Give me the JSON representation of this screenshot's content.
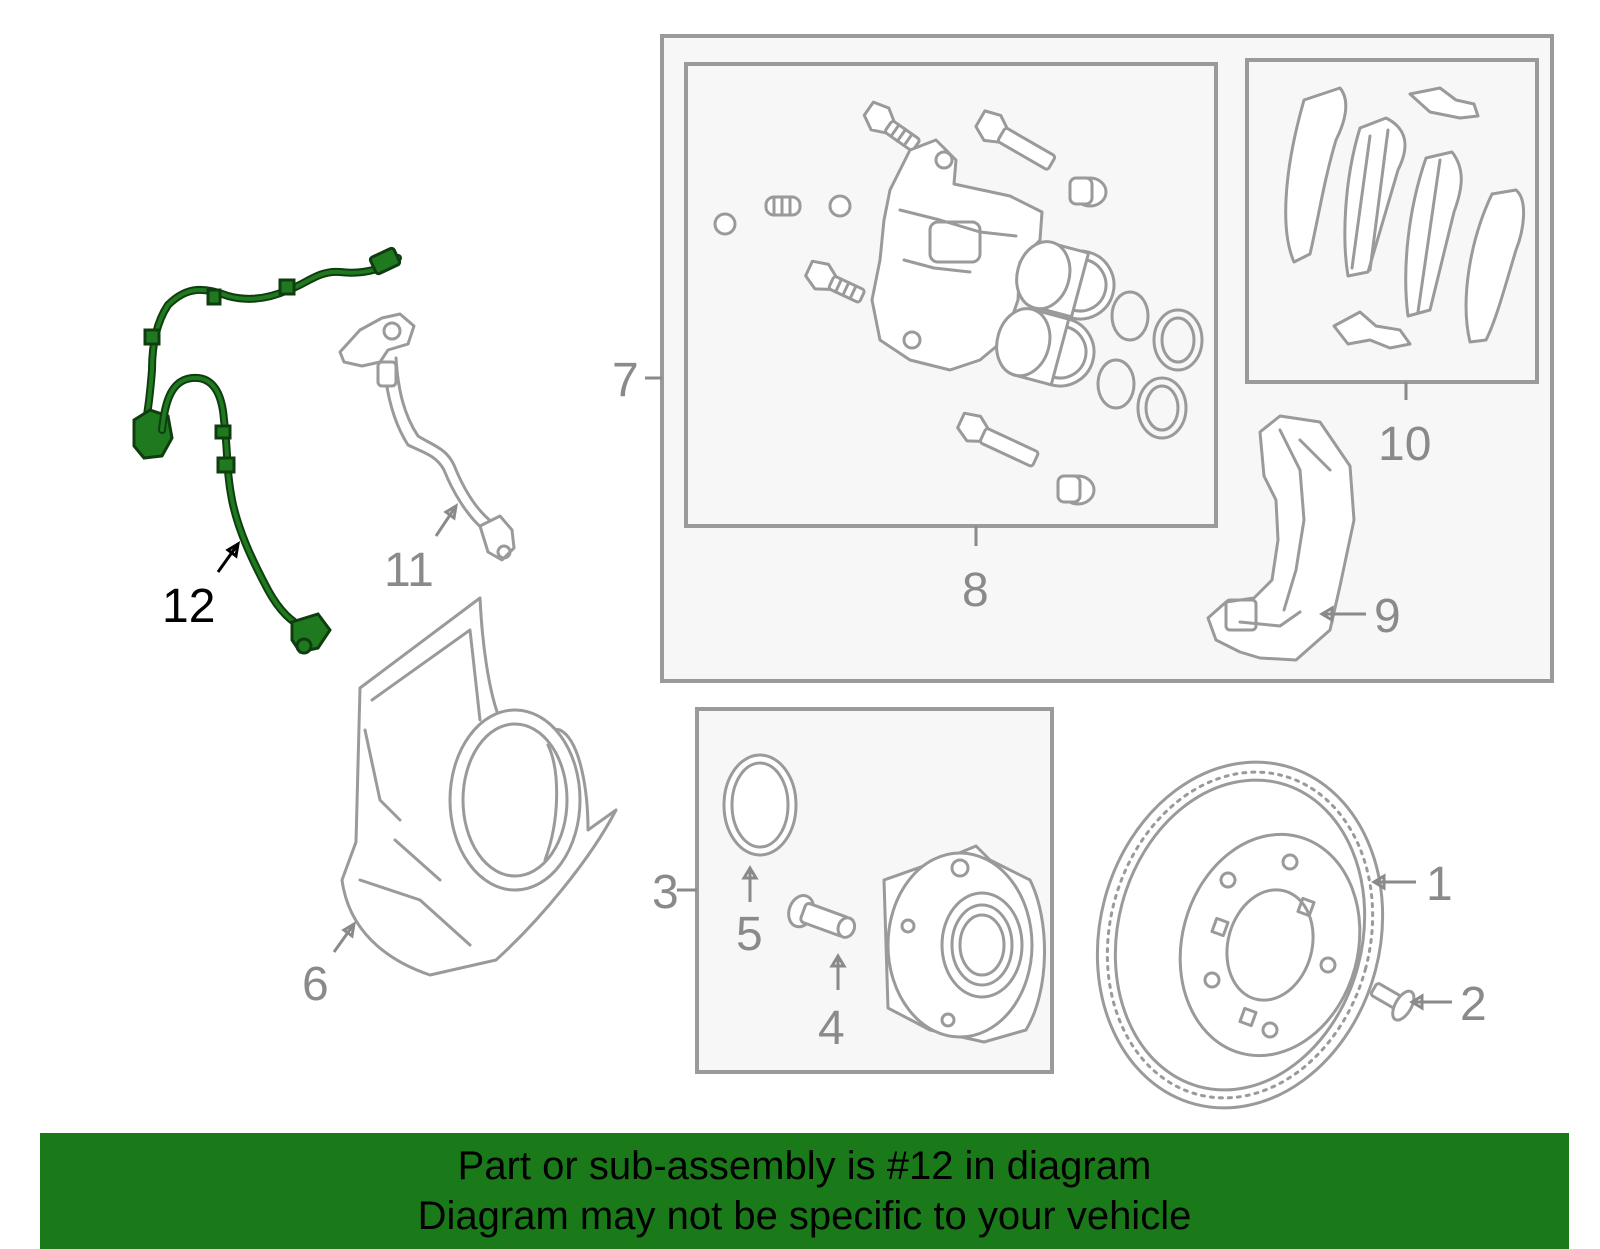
{
  "callouts": {
    "c1": "1",
    "c2": "2",
    "c3": "3",
    "c4": "4",
    "c5": "5",
    "c6": "6",
    "c7": "7",
    "c8": "8",
    "c9": "9",
    "c10": "10",
    "c11": "11",
    "c12": "12"
  },
  "highlight": {
    "part_number": "12",
    "color": "#1f7a1f"
  },
  "banner": {
    "line1": "Part or sub-assembly is #12 in diagram",
    "line2": "Diagram may not be specific to your vehicle",
    "background": "#1a7a1a"
  }
}
